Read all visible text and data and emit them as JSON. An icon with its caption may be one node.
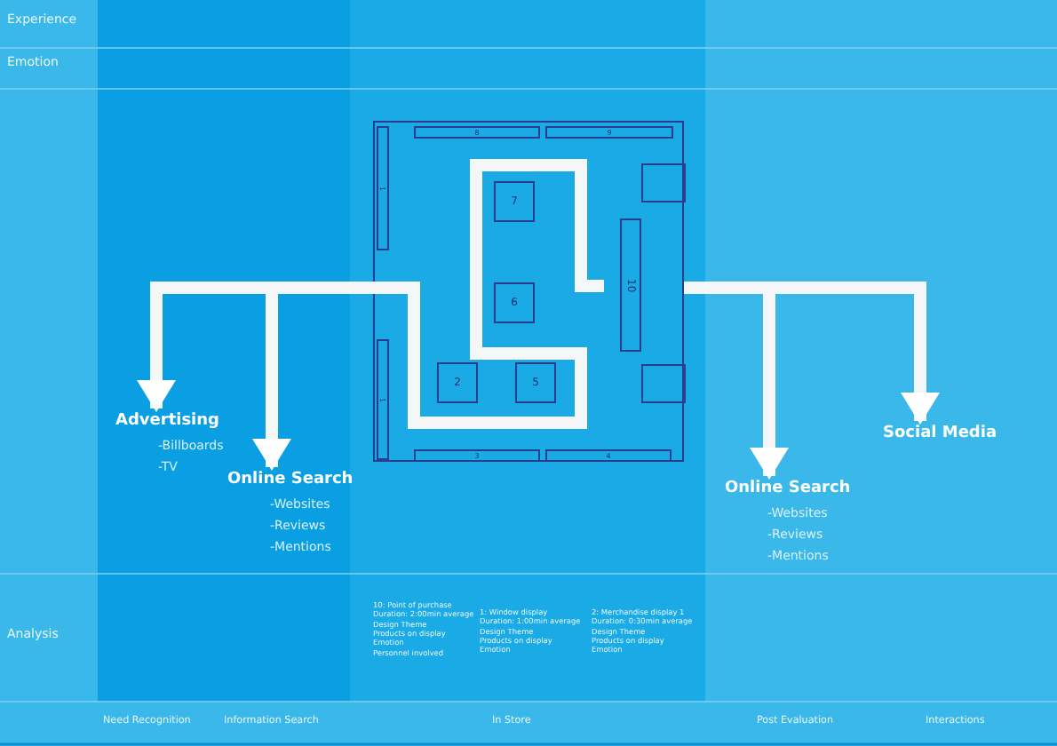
{
  "diagram": {
    "nodes": [
      {
        "text": [],
        "shape": "box"
      },
      {
        "text": [
          "8"
        ],
        "in": 0
      },
      {
        "text": [
          "9"
        ],
        "in": 0
      },
      {
        "text": [
          "1"
        ],
        "in": 0
      },
      {
        "text": [
          "1"
        ],
        "in": 0
      },
      {
        "text": [
          "7"
        ],
        "in": 0
      },
      {
        "text": [
          "6"
        ],
        "in": 0
      },
      {
        "text": [
          "10"
        ],
        "in": 0
      },
      {
        "text": [],
        "shape": "box",
        "in": 0
      },
      {
        "text": [],
        "shape": "box",
        "in": 0
      },
      {
        "text": [
          "2"
        ],
        "in": 0
      },
      {
        "text": [
          "5"
        ],
        "in": 0
      },
      {
        "text": [
          "3"
        ],
        "in": 0
      },
      {
        "text": [
          "4"
        ],
        "in": 0
      },
      {
        "text": [
          "Advertising",
          "-Billboards",
          "-TV"
        ]
      },
      {
        "text": [
          "Online Search",
          "-Websites",
          "-Reviews",
          "-Mentions"
        ]
      },
      {
        "text": [
          "Online Search",
          "-Websites",
          "-Reviews",
          "-Mentions"
        ]
      },
      {
        "text": [
          "Social Media"
        ]
      }
    ],
    "edges": [
      {
        "from": 0,
        "to": 14,
        "arrow": "to"
      },
      {
        "from": 0,
        "to": 15,
        "arrow": "to"
      },
      {
        "from": 0,
        "to": 16,
        "arrow": "to"
      },
      {
        "from": 0,
        "to": 17,
        "arrow": "to"
      }
    ],
    "labels": [
      "Experience",
      "Emotion",
      "Analysis",
      "10: Point of purchase",
      "Duration: 2:00min average",
      "Design Theme",
      "Products on display",
      "Emotion",
      "Personnel involved",
      "1: Window display",
      "Duration: 1:00min average",
      "Design Theme",
      "Products on display",
      "Emotion",
      "2: Merchandise display 1",
      "Duration: 0:30min average",
      "Design Theme",
      "Products on display",
      "Emotion",
      "Need Recognition",
      "Information Search",
      "In Store",
      "Post Evaluation",
      "Interactions"
    ]
  }
}
